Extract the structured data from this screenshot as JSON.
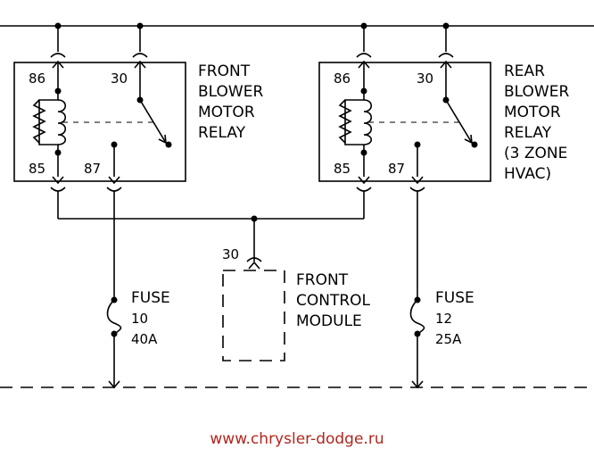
{
  "front_relay": {
    "title_lines": [
      "FRONT",
      "BLOWER",
      "MOTOR",
      "RELAY"
    ],
    "pins": {
      "coil_top": "86",
      "coil_bottom": "85",
      "common": "30",
      "normally_open": "87"
    }
  },
  "rear_relay": {
    "title_lines": [
      "REAR",
      "BLOWER",
      "MOTOR",
      "RELAY",
      "(3 ZONE",
      "HVAC)"
    ],
    "pins": {
      "coil_top": "86",
      "coil_bottom": "85",
      "common": "30",
      "normally_open": "87"
    }
  },
  "front_control_module": {
    "title_lines": [
      "FRONT",
      "CONTROL",
      "MODULE"
    ],
    "pin": "30"
  },
  "fuse_left": {
    "lines": [
      "FUSE",
      "10",
      "40A"
    ]
  },
  "fuse_right": {
    "lines": [
      "FUSE",
      "12",
      "25A"
    ]
  },
  "watermark": "www.chrysler-dodge.ru",
  "colors": {
    "line": "#000000",
    "watermark": "#b3261e"
  }
}
